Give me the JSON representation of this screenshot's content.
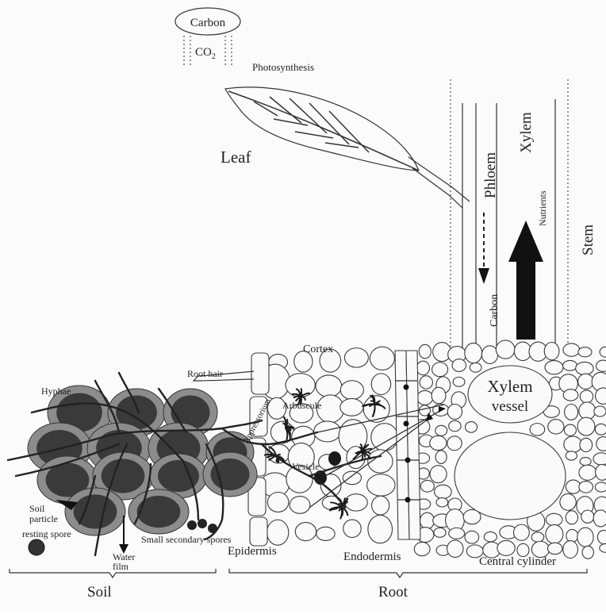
{
  "labels": {
    "carbon_top": "Carbon",
    "co2": "CO",
    "co2_sub": "2",
    "photosynthesis": "Photosynthesis",
    "leaf": "Leaf",
    "phloem": "Phloem",
    "xylem": "Xylem",
    "nutrients": "Nutrients",
    "stem": "Stem",
    "carbon_stem": "Carbon",
    "cortex": "Cortex",
    "root_hair": "Root hair",
    "arbuscule": "Arbuscule",
    "appressorium": "Appressorium",
    "vesicle": "Vesicle",
    "hyphae": "Hyphae",
    "xylem_vessel_1": "Xylem",
    "xylem_vessel_2": "vessel",
    "soil_particle_1": "Soil",
    "soil_particle_2": "particle",
    "resting_spore": "resting spore",
    "small_secondary_spores": "Small secondary spores",
    "water_film_1": "Water",
    "water_film_2": "film",
    "epidermis": "Epidermis",
    "endodermis": "Endodermis",
    "central_cylinder": "Central cylinder",
    "soil": "Soil",
    "root": "Root"
  }
}
